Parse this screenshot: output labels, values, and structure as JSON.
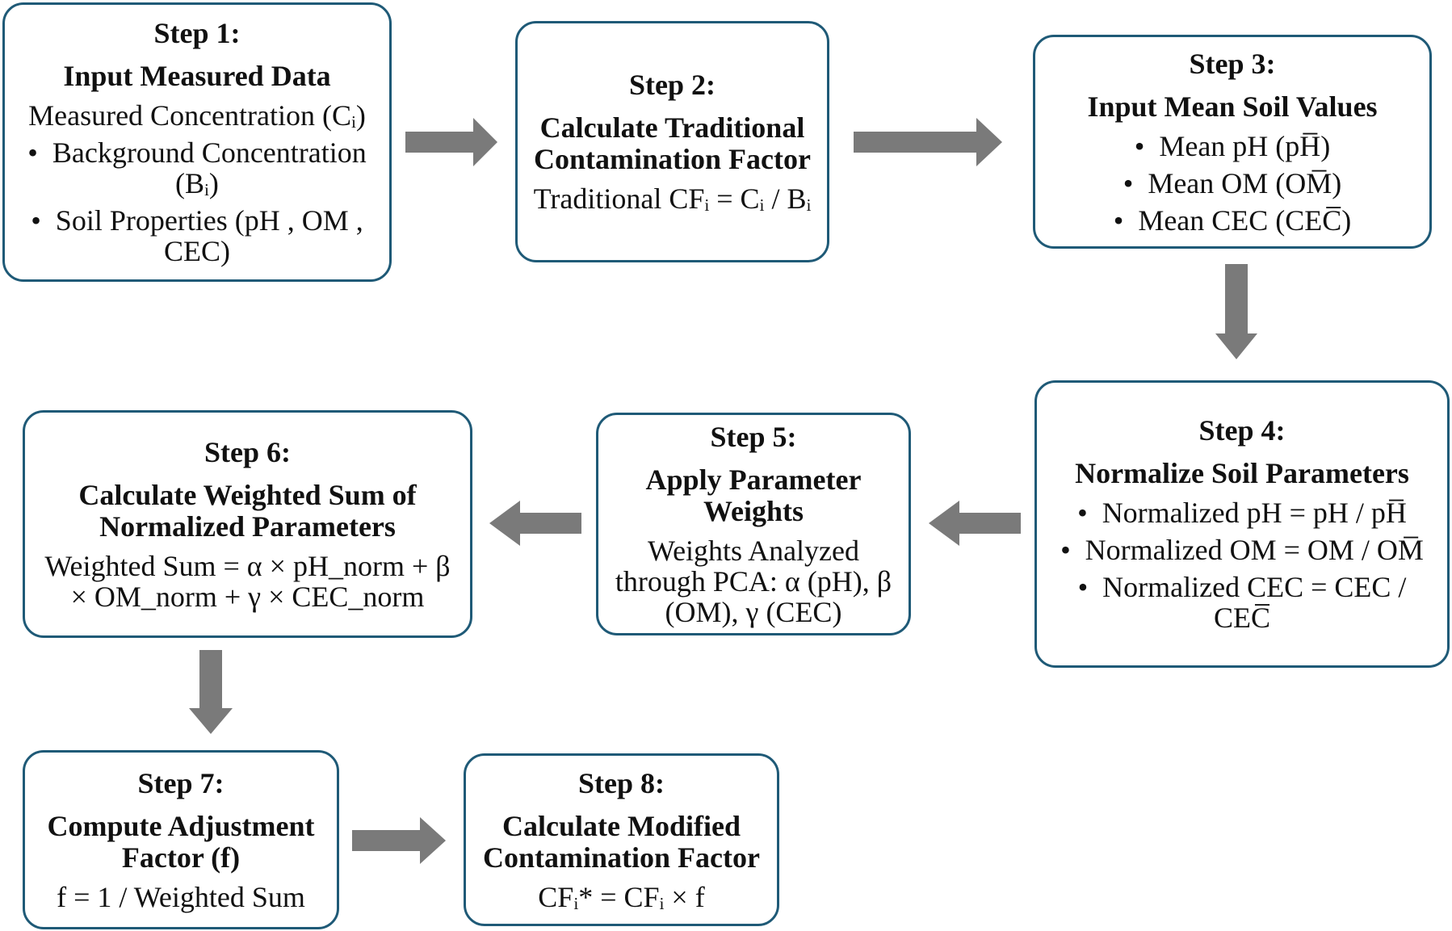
{
  "steps": [
    {
      "label": "Step 1:",
      "heading": "Input Measured Data",
      "lines": [
        "Measured Concentration (Cᵢ)",
        "Background Concentration (Bᵢ)",
        "Soil Properties (pH , OM , CEC)"
      ]
    },
    {
      "label": "Step 2:",
      "heading": "Calculate Traditional Contamination Factor",
      "lines": [
        "Traditional CFᵢ = Cᵢ / Bᵢ"
      ]
    },
    {
      "label": "Step 3:",
      "heading": "Input Mean Soil Values",
      "lines": [
        "Mean pH (pH̅)",
        "Mean OM (OM̅)",
        "Mean CEC (CEC̅)"
      ]
    },
    {
      "label": "Step 4:",
      "heading": "Normalize Soil Parameters",
      "lines": [
        "Normalized pH = pH / pH̅",
        "Normalized OM = OM / OM̅",
        "Normalized CEC = CEC / CEC̅"
      ]
    },
    {
      "label": "Step 5:",
      "heading": "Apply Parameter Weights",
      "lines": [
        "Weights Analyzed through PCA: α (pH), β (OM), γ (CEC)"
      ]
    },
    {
      "label": "Step 6:",
      "heading": "Calculate Weighted Sum of Normalized Parameters",
      "lines": [
        "Weighted Sum = α × pH_norm + β × OM_norm + γ × CEC_norm"
      ]
    },
    {
      "label": "Step 7:",
      "heading": "Compute Adjustment Factor (f)",
      "lines": [
        "f = 1 / Weighted Sum"
      ]
    },
    {
      "label": "Step 8:",
      "heading": "Calculate Modified Contamination Factor",
      "lines": [
        "CFᵢ* = CFᵢ × f"
      ]
    }
  ],
  "colors": {
    "box_border": "#1f5a77",
    "arrow": "#7a7a7a"
  }
}
